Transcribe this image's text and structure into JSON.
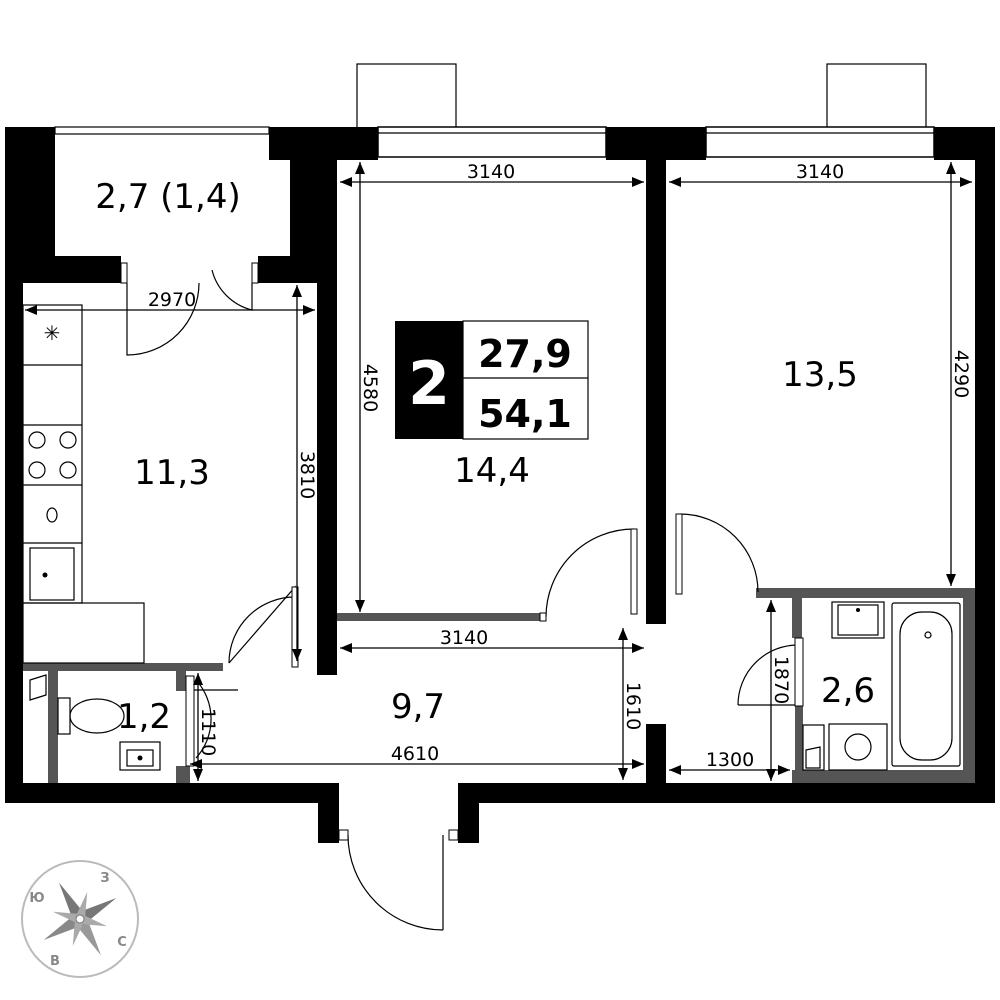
{
  "plan": {
    "rooms_count": "2",
    "living_area": "27,9",
    "total_area": "54,1",
    "rooms": [
      {
        "id": "balcony",
        "area": "2,7 (1,4)"
      },
      {
        "id": "kitchen",
        "area": "11,3"
      },
      {
        "id": "bedroom-left",
        "area": "14,4"
      },
      {
        "id": "bedroom-right",
        "area": "13,5"
      },
      {
        "id": "hall",
        "area": "9,7"
      },
      {
        "id": "toilet",
        "area": "1,2"
      },
      {
        "id": "bathroom",
        "area": "2,6"
      }
    ],
    "dimensions": {
      "kitchen_width": "2970",
      "kitchen_depth": "3810",
      "bedroom_left_width": "3140",
      "bedroom_left_depth": "4580",
      "bedroom_right_width": "3140",
      "bedroom_right_depth": "4290",
      "hall_width_top": "3140",
      "hall_width_bottom": "4610",
      "hall_depth": "1610",
      "toilet_depth": "1110",
      "corridor_width": "1300",
      "bathroom_depth": "1870"
    },
    "compass": {
      "n": "Ю",
      "e": "З",
      "s": "С",
      "w": "В"
    },
    "colors": {
      "wall": "#000000",
      "partition": "#555555",
      "badge": "#000000"
    }
  }
}
